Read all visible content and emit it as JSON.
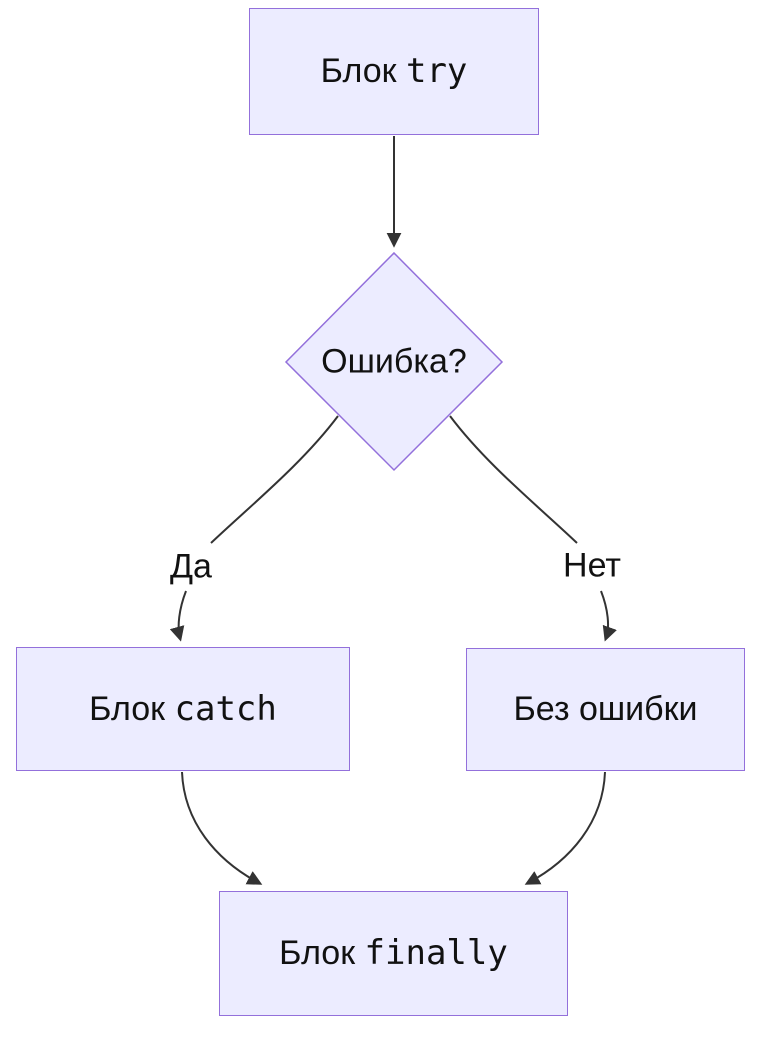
{
  "colors": {
    "node_fill": "#ECECFF",
    "node_border": "#9370DB",
    "edge_line": "#333333",
    "text": "#111111",
    "background": "#FFFFFF"
  },
  "flowchart": {
    "type": "flowchart-top-down",
    "nodes": {
      "try": {
        "shape": "rectangle",
        "label_plain": "Блок",
        "label_code": "try"
      },
      "decision": {
        "shape": "diamond",
        "label_plain": "Ошибка?",
        "label_code": ""
      },
      "catch": {
        "shape": "rectangle",
        "label_plain": "Блок",
        "label_code": "catch"
      },
      "no_error": {
        "shape": "rectangle",
        "label_plain": "Без ошибки",
        "label_code": ""
      },
      "finally": {
        "shape": "rectangle",
        "label_plain": "Блок",
        "label_code": "finally"
      }
    },
    "edges": [
      {
        "from": "try",
        "to": "decision",
        "label": ""
      },
      {
        "from": "decision",
        "to": "catch",
        "label": "Да"
      },
      {
        "from": "decision",
        "to": "no_error",
        "label": "Нет"
      },
      {
        "from": "catch",
        "to": "finally",
        "label": ""
      },
      {
        "from": "no_error",
        "to": "finally",
        "label": ""
      }
    ]
  }
}
